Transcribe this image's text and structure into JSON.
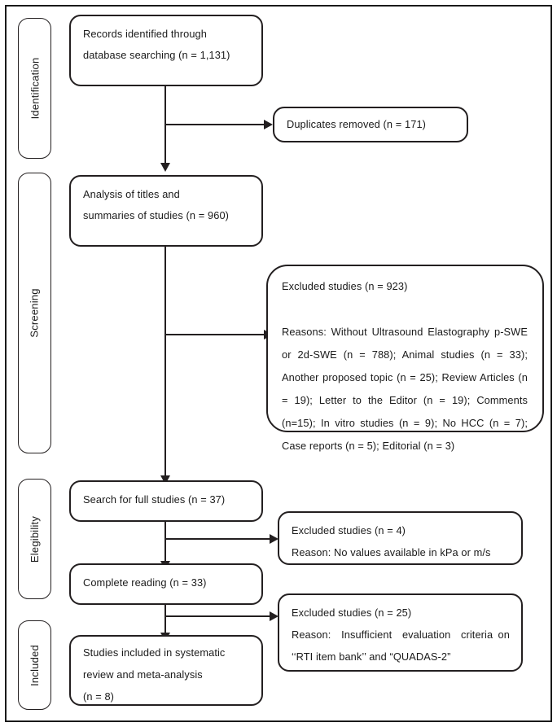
{
  "diagram": {
    "type": "prisma-flow-diagram",
    "title": "",
    "stages": [
      {
        "id": "identification",
        "label": "Identification"
      },
      {
        "id": "screening",
        "label": "Screening"
      },
      {
        "id": "eligibility",
        "label": "Elegibility"
      },
      {
        "id": "included",
        "label": "Included"
      }
    ],
    "nodes": {
      "records_identified": {
        "lines": [
          "Records identified through",
          "database searching (n = 1,131)"
        ]
      },
      "duplicates_removed": {
        "lines": [
          "Duplicates removed (n = 171)"
        ]
      },
      "analysis_titles": {
        "lines": [
          "Analysis of titles and",
          "summaries of studies (n = 960)"
        ]
      },
      "excluded_screening": {
        "heading": "Excluded studies (n = 923)",
        "body": "Reasons: Without Ultrasound Elastography p-SWE or 2d-SWE (n = 788); Animal studies (n = 33); Another proposed topic (n = 25); Review Articles (n = 19); Letter to the Editor (n = 19); Comments (n=15); In vitro studies (n = 9); No HCC (n = 7); Case reports (n = 5); Editorial (n = 3)"
      },
      "search_full_studies": {
        "lines": [
          "Search for full studies (n = 37)"
        ]
      },
      "excluded_eligibility_1": {
        "heading": "Excluded studies (n = 4)",
        "body": "Reason: No values available in kPa or m/s"
      },
      "complete_reading": {
        "lines": [
          "Complete reading (n = 33)"
        ]
      },
      "excluded_eligibility_2": {
        "heading": "Excluded studies (n = 25)",
        "body": "Reason:  Insufficient  evaluation  criteria on ‘‘RTI item bank’’ and “QUADAS-2”"
      },
      "studies_included": {
        "lines": [
          "Studies included in systematic",
          "review and meta-analysis",
          "(n = 8)"
        ]
      }
    },
    "counts": {
      "records_identified": 1131,
      "duplicates_removed": 171,
      "screened": 960,
      "excluded_screening": 923,
      "full_text_assessed": 37,
      "excluded_no_values": 4,
      "complete_reading": 33,
      "excluded_insufficient_criteria": 25,
      "included": 8
    },
    "colors": {
      "stroke": "#231f20",
      "text": "#1a1a1a",
      "background": "#ffffff"
    }
  }
}
